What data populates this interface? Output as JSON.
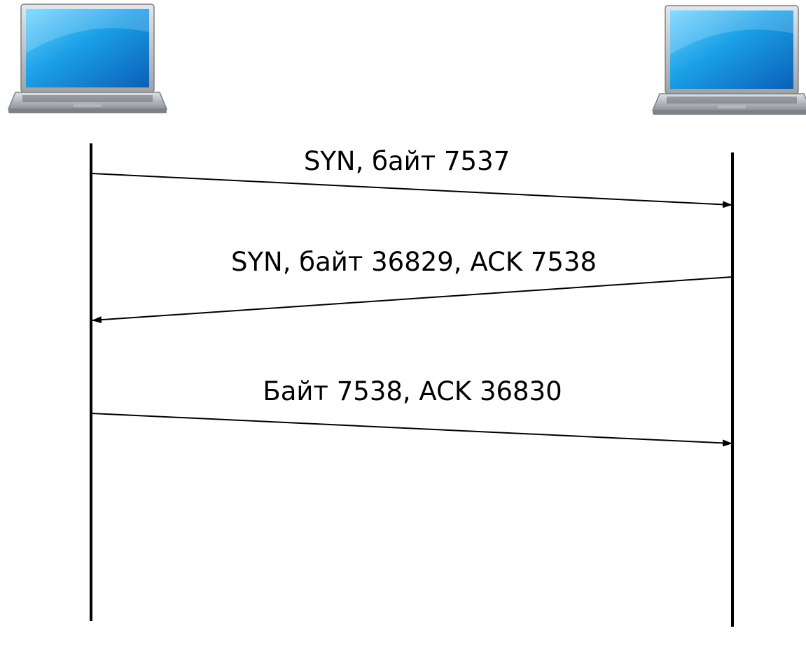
{
  "diagram": {
    "endpoints": [
      {
        "icon": "laptop-icon"
      },
      {
        "icon": "laptop-icon"
      }
    ],
    "messages": [
      {
        "label": "SYN, байт 7537",
        "direction": "left-to-right"
      },
      {
        "label": "SYN, байт 36829, ACK 7538",
        "direction": "right-to-left"
      },
      {
        "label": "Байт 7538, ACK 36830",
        "direction": "left-to-right"
      }
    ]
  },
  "colors": {
    "line": "#000000",
    "screen_blue": "#1a9fe6",
    "laptop_body": "#c9cdd1"
  }
}
